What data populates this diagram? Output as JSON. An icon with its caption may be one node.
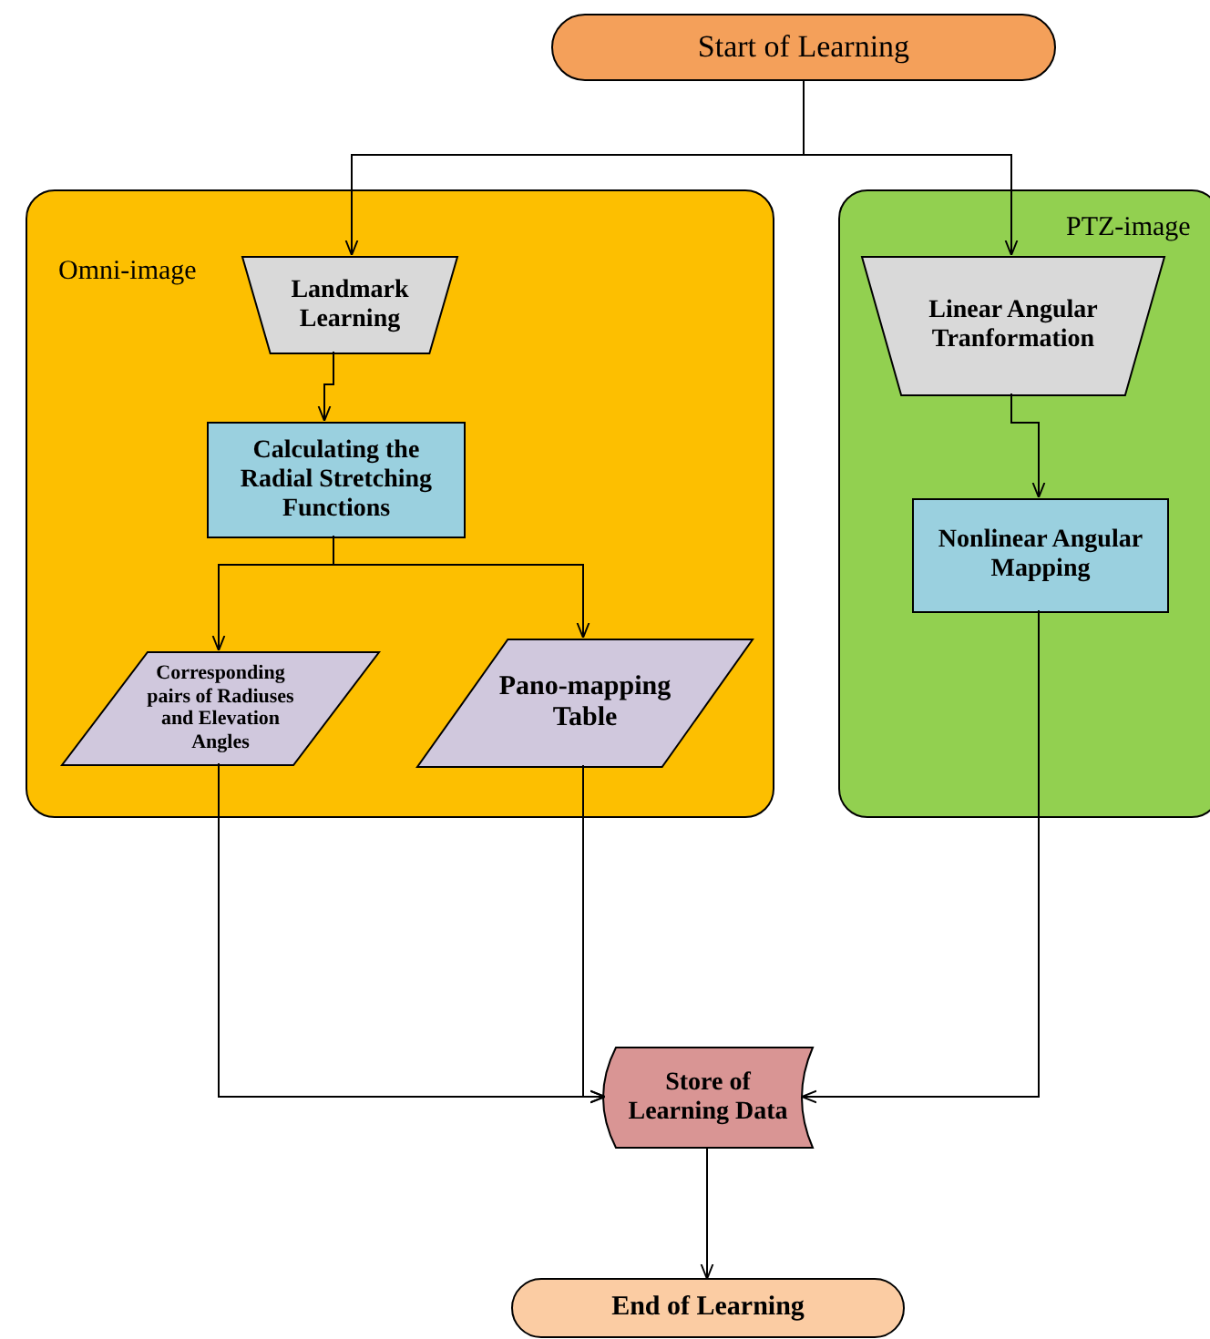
{
  "diagram": {
    "nodes": [
      {
        "text": [
          "Start of Learning"
        ]
      },
      {
        "text": [
          "Omni-image"
        ]
      },
      {
        "text": [
          "PTZ-image"
        ]
      },
      {
        "text": [
          "Landmark Learning"
        ],
        "in": 1
      },
      {
        "text": [
          "Calculating the Radial Stretching Functions"
        ],
        "in": 1
      },
      {
        "text": [
          "Corresponding pairs of Radiuses and Elevation Angles"
        ],
        "in": 1
      },
      {
        "text": [
          "Pano-mapping Table"
        ],
        "in": 1
      },
      {
        "text": [
          "Linear Angular Tranformation"
        ],
        "in": 2
      },
      {
        "text": [
          "Nonlinear Angular Mapping"
        ],
        "in": 2
      },
      {
        "text": [
          "Store of Learning Data"
        ]
      },
      {
        "text": [
          "End of Learning"
        ]
      }
    ],
    "edges": [
      {
        "from": 0,
        "to": 3,
        "arrow": "to"
      },
      {
        "from": 0,
        "to": 7,
        "arrow": "to"
      },
      {
        "from": 3,
        "to": 4,
        "arrow": "to"
      },
      {
        "from": 7,
        "to": 8,
        "arrow": "to"
      },
      {
        "from": 4,
        "to": 5,
        "arrow": "to"
      },
      {
        "from": 4,
        "to": 6,
        "arrow": "to"
      },
      {
        "from": 5,
        "to": 9,
        "arrow": "to"
      },
      {
        "from": 6,
        "to": 9,
        "arrow": "to"
      },
      {
        "from": 8,
        "to": 9,
        "arrow": "to"
      },
      {
        "from": 9,
        "to": 10,
        "arrow": "to"
      }
    ]
  }
}
